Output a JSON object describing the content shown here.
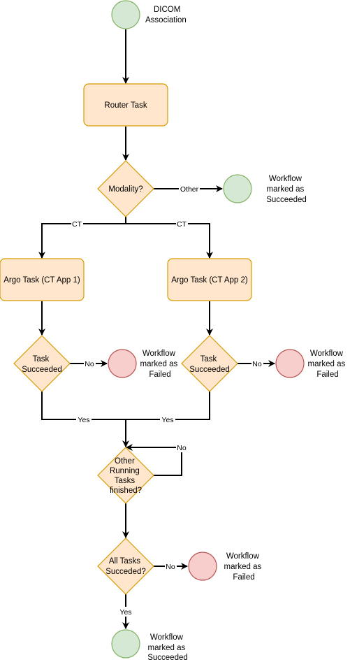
{
  "colors": {
    "process_fill": "#ffe6cc",
    "process_stroke": "#d79b00",
    "start_fill": "#d5e8d4",
    "start_stroke": "#82b366",
    "fail_fill": "#f8cecc",
    "fail_stroke": "#b85450",
    "line": "#000000"
  },
  "nodes": {
    "start_label": [
      "DICOM",
      "Association"
    ],
    "router_task": "Router Task",
    "modality_decision": "Modality?",
    "modality_other_end": [
      "Workflow",
      "marked as",
      "Succeeded"
    ],
    "argo_task_1": "Argo Task (CT App 1)",
    "argo_task_2": "Argo Task (CT App 2)",
    "task1_decision": [
      "Task",
      "Succeeded"
    ],
    "task2_decision": [
      "Task",
      "Succeeded"
    ],
    "task1_failed": [
      "Workflow",
      "marked as",
      "Failed"
    ],
    "task2_failed": [
      "Workflow",
      "marked as",
      "Failed"
    ],
    "other_tasks_decision": [
      "Other",
      "Running",
      "Tasks",
      "finished?"
    ],
    "all_tasks_decision": [
      "All Tasks",
      "Succeded?"
    ],
    "all_failed": [
      "Workflow",
      "marked as",
      "Failed"
    ],
    "final_succeeded": [
      "Workflow",
      "marked as",
      "Succeeded"
    ]
  },
  "edge_labels": {
    "other": "Other",
    "ct_left": "CT",
    "ct_right": "CT",
    "no_task1": "No",
    "no_task2": "No",
    "yes_task1": "Yes",
    "yes_task2": "Yes",
    "no_loop": "No",
    "no_all": "No",
    "yes_all": "Yes"
  }
}
